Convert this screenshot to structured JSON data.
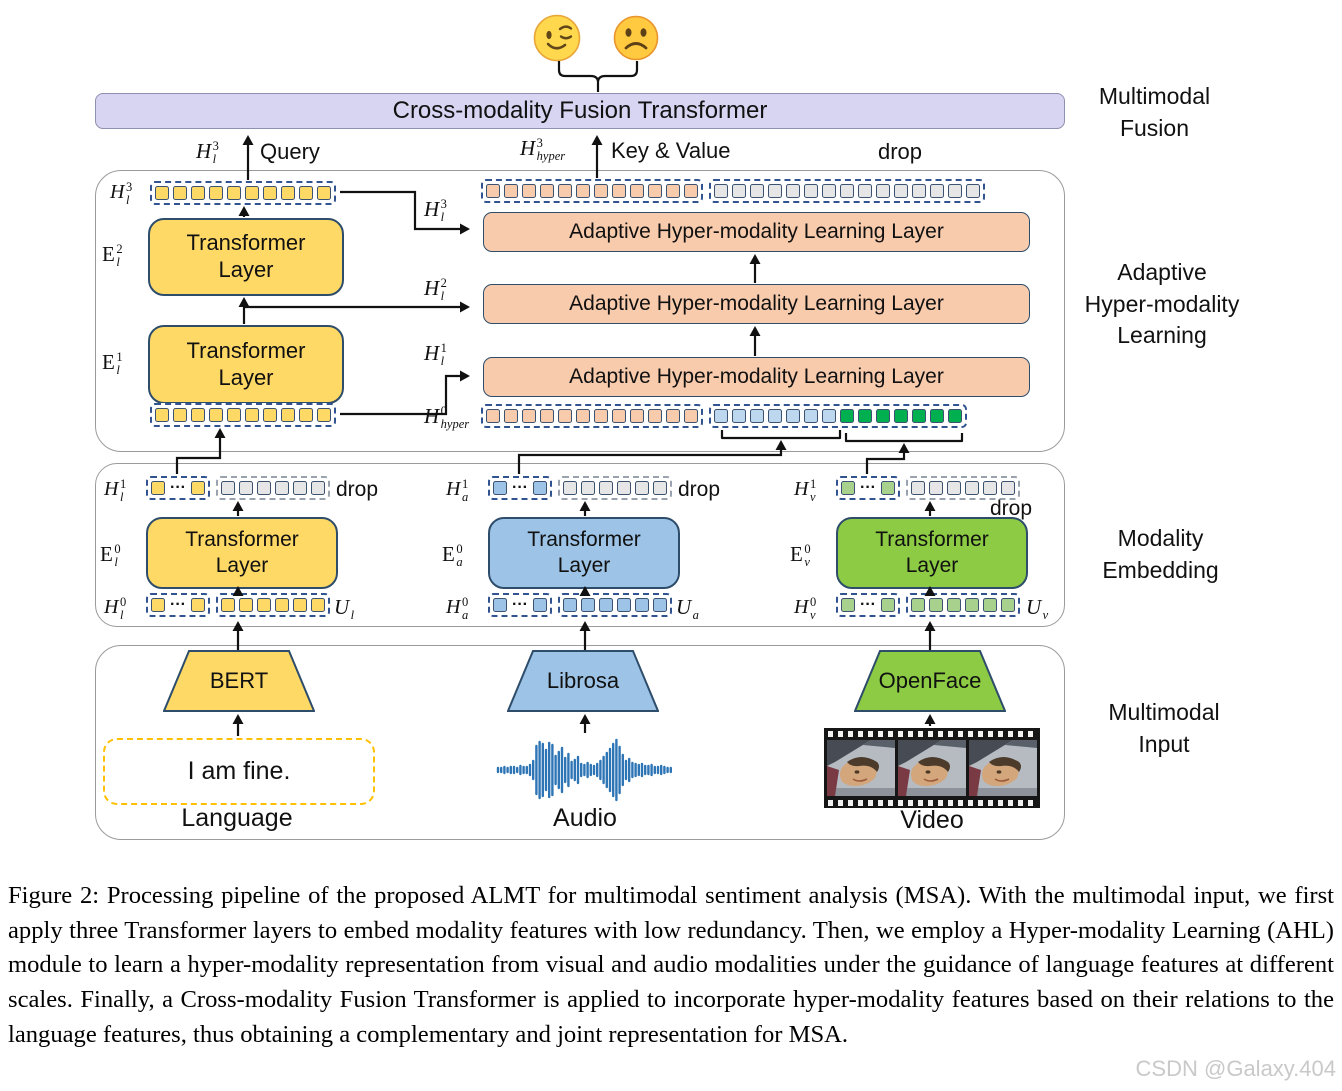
{
  "figure": {
    "caption": "Figure 2: Processing pipeline of the proposed ALMT for multimodal sentiment analysis (MSA). With the multimodal input, we first apply three Transformer layers to embed modality features with low redundancy. Then, we employ a Hyper-modality Learning (AHL) module to learn a hyper-modality representation from visual and audio modalities under the guidance of language features at different scales. Finally, a Cross-modality Fusion Transformer is applied to incorporate hyper-modality features based on their relations to the language features, thus obtaining a complementary and joint representation for MSA.",
    "watermark": "CSDN @Galaxy.404"
  },
  "labels": {
    "fusion_bar": "Cross-modality Fusion Transformer",
    "query": "Query",
    "key_value": "Key & Value",
    "drop": "drop",
    "transformer1": "Transformer",
    "transformer2": "Layer",
    "ahl_layer": "Adaptive Hyper-modality Learning Layer"
  },
  "side": {
    "fusion": [
      "Multimodal",
      "Fusion"
    ],
    "ahl": [
      "Adaptive",
      "Hyper-modality",
      "Learning"
    ],
    "embedding": [
      "Modality",
      "Embedding"
    ],
    "input": [
      "Multimodal",
      "Input"
    ]
  },
  "inputs": {
    "language": {
      "tool": "BERT",
      "sample": "I am fine.",
      "label": "Language"
    },
    "audio": {
      "tool": "Librosa",
      "label": "Audio"
    },
    "video": {
      "tool": "OpenFace",
      "label": "Video"
    }
  },
  "math": {
    "Hl3": {
      "b": "H",
      "sup": "3",
      "sub": "l"
    },
    "Hl2": {
      "b": "H",
      "sup": "2",
      "sub": "l"
    },
    "Hl1": {
      "b": "H",
      "sup": "1",
      "sub": "l"
    },
    "Hl0": {
      "b": "H",
      "sup": "0",
      "sub": "l"
    },
    "Hhyper3": {
      "b": "H",
      "sup": "3",
      "sub": "hyper"
    },
    "Hhyper0": {
      "b": "H",
      "sup": "0",
      "sub": "hyper"
    },
    "El2": {
      "b": "E",
      "sup": "2",
      "sub": "l",
      "it": false
    },
    "El1": {
      "b": "E",
      "sup": "1",
      "sub": "l",
      "it": false
    },
    "El0": {
      "b": "E",
      "sup": "0",
      "sub": "l",
      "it": false
    },
    "Ea0": {
      "b": "E",
      "sup": "0",
      "sub": "a",
      "it": false
    },
    "Ev0": {
      "b": "E",
      "sup": "0",
      "sub": "v",
      "it": false
    },
    "Ha1": {
      "b": "H",
      "sup": "1",
      "sub": "a"
    },
    "Ha0": {
      "b": "H",
      "sup": "0",
      "sub": "a"
    },
    "Hv1": {
      "b": "H",
      "sup": "1",
      "sub": "v"
    },
    "Hv0": {
      "b": "H",
      "sup": "0",
      "sub": "v"
    },
    "Ul": {
      "b": "U",
      "sub": "l"
    },
    "Ua": {
      "b": "U",
      "sub": "a"
    },
    "Uv": {
      "b": "U",
      "sub": "v"
    }
  },
  "tokens": {
    "ahl_left_top": {
      "size": 14,
      "groups": [
        {
          "border": "#31538f",
          "cells": [
            {
              "c": "#FFD966",
              "n": 10
            }
          ]
        }
      ]
    },
    "ahl_left_bottom": {
      "size": 14,
      "groups": [
        {
          "border": "#31538f",
          "cells": [
            {
              "c": "#FFD966",
              "n": 10
            }
          ]
        }
      ]
    },
    "ahl_top": {
      "size": 14,
      "groups": [
        {
          "border": "#31538f",
          "cells": [
            {
              "c": "#F8CBAD",
              "n": 12
            }
          ]
        },
        {
          "border": "#31538f",
          "cells": [
            {
              "c": "#E7E6E6",
              "n": 15
            }
          ]
        }
      ]
    },
    "hyper0": {
      "size": 14,
      "groups": [
        {
          "border": "#31538f",
          "cells": [
            {
              "c": "#F8CBAD",
              "n": 12
            }
          ]
        },
        {
          "border": "#31538f",
          "cells": [
            {
              "c": "#BDD7EE",
              "n": 7
            },
            {
              "c": "#00B050",
              "n": 7
            }
          ]
        }
      ]
    },
    "emb_l_out": {
      "size": 14,
      "groups": [
        {
          "border": "#31538f",
          "cells": [
            {
              "c": "#FFD966",
              "n": 1
            },
            "···",
            {
              "c": "#FFD966",
              "n": 1
            }
          ]
        },
        {
          "border": "#9aa3ad",
          "cells": [
            {
              "c": "#E7E6E6",
              "n": 6
            }
          ]
        }
      ]
    },
    "emb_l_in": {
      "size": 14,
      "groups": [
        {
          "border": "#31538f",
          "cells": [
            {
              "c": "#FFD966",
              "n": 1
            },
            "···",
            {
              "c": "#FFD966",
              "n": 1
            }
          ]
        },
        {
          "border": "#31538f",
          "cells": [
            {
              "c": "#FFD966",
              "n": 6
            }
          ]
        }
      ]
    },
    "emb_a_out": {
      "size": 14,
      "groups": [
        {
          "border": "#31538f",
          "cells": [
            {
              "c": "#9DC3E6",
              "n": 1
            },
            "···",
            {
              "c": "#9DC3E6",
              "n": 1
            }
          ]
        },
        {
          "border": "#9aa3ad",
          "cells": [
            {
              "c": "#E7E6E6",
              "n": 6
            }
          ]
        }
      ]
    },
    "emb_a_in": {
      "size": 14,
      "groups": [
        {
          "border": "#31538f",
          "cells": [
            {
              "c": "#9DC3E6",
              "n": 1
            },
            "···",
            {
              "c": "#9DC3E6",
              "n": 1
            }
          ]
        },
        {
          "border": "#31538f",
          "cells": [
            {
              "c": "#9DC3E6",
              "n": 6
            }
          ]
        }
      ]
    },
    "emb_v_out": {
      "size": 14,
      "groups": [
        {
          "border": "#31538f",
          "cells": [
            {
              "c": "#A9D18E",
              "n": 1
            },
            "···",
            {
              "c": "#A9D18E",
              "n": 1
            }
          ]
        },
        {
          "border": "#9aa3ad",
          "cells": [
            {
              "c": "#E7E6E6",
              "n": 6
            }
          ]
        }
      ]
    },
    "emb_v_in": {
      "size": 14,
      "groups": [
        {
          "border": "#31538f",
          "cells": [
            {
              "c": "#A9D18E",
              "n": 1
            },
            "···",
            {
              "c": "#A9D18E",
              "n": 1
            }
          ]
        },
        {
          "border": "#31538f",
          "cells": [
            {
              "c": "#A9D18E",
              "n": 6
            }
          ]
        }
      ]
    }
  },
  "colors": {
    "language": "#FFD966",
    "audio": "#9DC3E6",
    "video": "#8CCB43",
    "hyper": "#F8CBAD",
    "fusion_bar": "#D8D5F2",
    "token_gray": "#E7E6E6",
    "token_audio_hyper": "#BDD7EE",
    "token_video_hyper": "#00B050",
    "waveform": "#2E75B6",
    "sample_border": "#FFC000"
  },
  "graphics": {
    "emojis": [
      "wink-face",
      "frown-face"
    ],
    "waveform": [
      2,
      2,
      3,
      2,
      3,
      3,
      2,
      4,
      3,
      3,
      5,
      9,
      24,
      28,
      26,
      20,
      27,
      25,
      14,
      18,
      22,
      12,
      16,
      8,
      10,
      13,
      6,
      5,
      7,
      5,
      4,
      6,
      9,
      13,
      17,
      21,
      26,
      30,
      23,
      15,
      9,
      11,
      7,
      6,
      5,
      6,
      4,
      4,
      5,
      3,
      3,
      4,
      3,
      2,
      2
    ]
  }
}
